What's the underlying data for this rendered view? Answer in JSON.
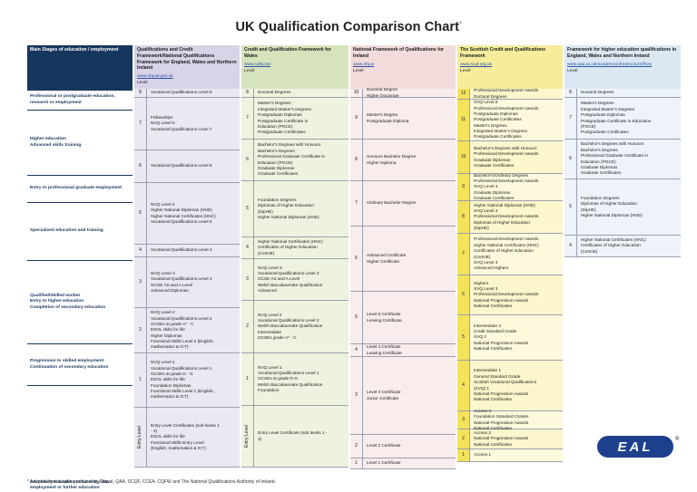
{
  "title": "UK Qualification Comparison Chart",
  "title_mark": "*",
  "footnote": "* Adapted from a table produced by Ofqual, QAA, SCQF, CCEA, CQFW and The National Qualifications Authority of Ireland.",
  "logo": "EAL",
  "logo_mark": "®",
  "level_label": "Level",
  "headers": {
    "main": "Main Stages of education / employment",
    "ofq": "Qualifications and Credit Framework/National Qualifications Framework for England, Wales and Northern Ireland",
    "ofq_url": "www.ofqual.gov.uk",
    "wal": "Credit and Qualification Framework for Wales",
    "wal_url": "www.cqfw.net",
    "irl": "National Framework of Qualifications for Ireland",
    "irl_url": "www.nfq.ie",
    "sco": "The Scottish Credit and Qualifications Framework",
    "sco_url": "www.scqf.org.uk",
    "hig": "Framework for higher education qualifications in England, Wales and Northern Ireland",
    "hig_url": "www.qaa.ac.uk/academicinfrastructure/fheq"
  },
  "main_stages": [
    "Professional or postgraduate education, research or employment",
    "Higher education\nAdvanced skills training",
    "Entry to professional graduate employment",
    "Specialised education and training",
    "Qualified/Skilled worker\nEntry to higher education\nCompletion of secondary education",
    "Progression to skilled employment\nContinuation of secondary education",
    "Secondary education Initial entry into employment or further education",
    "Qualifications can be taken at any age in order to continue or return to training"
  ],
  "ofq": [
    {
      "n": "8",
      "t": [
        "Vocational Qualifications Level 8"
      ]
    },
    {
      "n": "7",
      "t": [
        "Fellowships",
        "NVQ Level 5",
        "Vocational Qualifications Level 7"
      ]
    },
    {
      "n": "6",
      "t": [
        "Vocational Qualifications Level 6"
      ]
    },
    {
      "n": "5",
      "t": [
        "NVQ Level 4",
        "Higher National Diplomas (HND)",
        "Higher National Certificates (HNC)",
        "Vocational Qualifications Level 5"
      ]
    },
    {
      "n": "4",
      "t": [
        "Vocational Qualifications Level 4"
      ]
    },
    {
      "n": "3",
      "t": [
        "NVQ Level 3",
        "Vocational Qualifications Level 3",
        "GCSE AS and A Level",
        "Advanced Diplomas"
      ]
    },
    {
      "n": "2",
      "t": [
        "NVQ Level 2",
        "Vocational Qualifications Level 2",
        "GCSEs at grade A* - C",
        "ESOL skills for life",
        "Higher Diplomas",
        "Functional Skills Level 2 (English,",
        "mathematics & ICT)"
      ]
    },
    {
      "n": "1",
      "t": [
        "NVQ Level 1",
        "Vocational Qualifications Level 1",
        "GCSEs at grade D - G",
        "ESOL skills for life",
        "Foundation Diplomas",
        "Functional Skills Level 1 (English,",
        "mathematics & ICT)"
      ]
    },
    {
      "n": "Entry Level",
      "t": [
        "Entry Level Certificates (sub levels 1",
        "- 3)",
        "ESOL skills for life",
        "Functional Skills Entry Level",
        "(English, mathematics & ICT)"
      ]
    }
  ],
  "wal": [
    {
      "n": "8",
      "t": [
        "Doctoral Degrees"
      ]
    },
    {
      "n": "7",
      "t": [
        "Master's Degrees",
        "Integrated Master's Degrees",
        "Postgraduate Diplomas",
        "Postgraduate Certificate in",
        "Education (PGCE)",
        "Postgraduate Certificates"
      ]
    },
    {
      "n": "6",
      "t": [
        "Bachelor's Degrees with Honours",
        "Bachelor's Degrees",
        "Professional Graduate Certificate in",
        "Education (PGCE)",
        "Graduate Diplomas",
        "Graduate Certificates"
      ]
    },
    {
      "n": "5",
      "t": [
        "Foundation Degrees",
        "Diplomas of Higher Education",
        "(DipHE)",
        "Higher National Diplomas (HND)"
      ]
    },
    {
      "n": "4",
      "t": [
        "Higher National Certificates (HNC)",
        "Certificates of Higher Education",
        "(CertHE)"
      ]
    },
    {
      "n": "3",
      "t": [
        "NVQ Level 3",
        "Vocational Qualifications Level 3",
        "GCSE AS and A Level",
        "Welsh Baccalaureate Qualification",
        "Advanced"
      ]
    },
    {
      "n": "2",
      "t": [
        "NVQ Level 2",
        "Vocational Qualifications Level 2",
        "Welsh Baccalaureate Qualification",
        "Intermediate",
        "GCSEs grade A* - C"
      ]
    },
    {
      "n": "1",
      "t": [
        "NVQ Level 1",
        "Vocational Qualifications Level 1",
        "GCSEs at grade D-G",
        "Welsh Baccalaureate Qualification",
        "Foundation"
      ]
    },
    {
      "n": "Entry Level",
      "t": [
        "Entry Level Certificate (sub levels 1 -",
        "3)"
      ]
    }
  ],
  "irl": [
    {
      "n": "10",
      "t": [
        "Doctoral Degree",
        "Higher Doctorate"
      ]
    },
    {
      "n": "9",
      "t": [
        "Master's Degree",
        "Postgraduate Diploma"
      ]
    },
    {
      "n": "8",
      "t": [
        "Honours Bachelor Degree",
        "Higher Diploma"
      ]
    },
    {
      "n": "7",
      "t": [
        "Ordinary Bachelor Degree"
      ]
    },
    {
      "n": "6",
      "t": [
        "Advanced Certificate",
        "Higher Certificate"
      ]
    },
    {
      "n": "5",
      "t": [
        "Level 5 Certificate",
        "Leaving Certificate"
      ]
    },
    {
      "n": "4",
      "t": [
        "Level 4 Certificate",
        "Leaving Certificate"
      ]
    },
    {
      "n": "3",
      "t": [
        "Level 3 Certificate",
        "Junior Certificate"
      ]
    },
    {
      "n": "2",
      "t": [
        "Level 2 Certificate"
      ]
    },
    {
      "n": "1",
      "t": [
        "Level 1 Certificate"
      ]
    }
  ],
  "sco": [
    {
      "n": "12",
      "t": [
        "Professional Development Awards",
        "Doctoral Degrees"
      ]
    },
    {
      "n": "11",
      "t": [
        "SVQ Level 5",
        "Professional Development Awards",
        "Postgraduate Diplomas",
        "Postgraduate Certificates",
        "Master's Degrees",
        "Integrated Master's Degrees",
        "Postgraduate Certificates"
      ]
    },
    {
      "n": "10",
      "t": [
        "Bachelor's Degrees with Honours",
        "Professional Development Awards",
        "Graduate Diplomas",
        "Graduate Certificates"
      ]
    },
    {
      "n": "9",
      "t": [
        "Bachelor's/Ordinary Degrees",
        "Professional Development Awards",
        "SVQ Level 4",
        "Graduate Diplomas",
        "Graduate Certificates"
      ]
    },
    {
      "n": "8",
      "t": [
        "Higher National Diplomas (HND)",
        "SVQ Level 4",
        "Professional Development Awards",
        "Diplomas of Higher Education",
        "(DipHE)"
      ]
    },
    {
      "n": "7",
      "t": [
        "Professional Development Awards",
        "Higher National Certificates (HNC)",
        "Certificates of Higher Education",
        "(CertHE)",
        "SVQ Level 3",
        "Advanced Highers"
      ]
    },
    {
      "n": "6",
      "t": [
        "Highers",
        "SVQ Level 3",
        "Professional Development Awards",
        "National Progression Awards",
        "National Certificates"
      ]
    },
    {
      "n": "5",
      "t": [
        "Intermediate 2",
        "Credit Standard Grade",
        "SVQ 2",
        "National Progression Awards",
        "National Certificates"
      ]
    },
    {
      "n": "4",
      "t": [
        "Intermediate 1",
        "General Standard Grade",
        "Scottish Vocational Qualifications",
        "(SVQ) 1",
        "National Progression Awards",
        "National Certificates"
      ]
    },
    {
      "n": "3",
      "t": [
        "Access 3",
        "Foundation Standard Grades",
        "National Progression Awards",
        "National Certificates"
      ]
    },
    {
      "n": "2",
      "t": [
        "Access 2",
        "National Progression Awards",
        "National Certificates"
      ]
    },
    {
      "n": "1",
      "t": [
        "Access 1"
      ]
    }
  ],
  "hig": [
    {
      "n": "8",
      "t": [
        "Doctoral Degrees"
      ]
    },
    {
      "n": "7",
      "t": [
        "Master's Degrees",
        "Integrated Master's Degrees",
        "Postgraduate Diplomas",
        "Postgraduate Certificate in Education",
        "(PGCE)",
        "Postgraduate Certificates"
      ]
    },
    {
      "n": "6",
      "t": [
        "Bachelor's Degrees with Honours",
        "Bachelor's Degrees",
        "Professional Graduate Certificate in",
        "Education (PGCE)",
        "Graduate Diplomas",
        "Graduate Certificates"
      ]
    },
    {
      "n": "5",
      "t": [
        "Foundation Degrees",
        "Diplomas of Higher Education",
        "(DipHE)",
        "Higher National Diplomas (HND)"
      ]
    },
    {
      "n": "4",
      "t": [
        "Higher National Certificates (HNC)",
        "Certificates of Higher Education",
        "(CertHE)"
      ]
    }
  ],
  "colors": {
    "navy": "#17365d",
    "ofq": "#ebe8f2",
    "wal": "#eef3e0",
    "irl": "#f8ecec",
    "sco": "#fbf6cc",
    "hig": "#edf3f9"
  }
}
